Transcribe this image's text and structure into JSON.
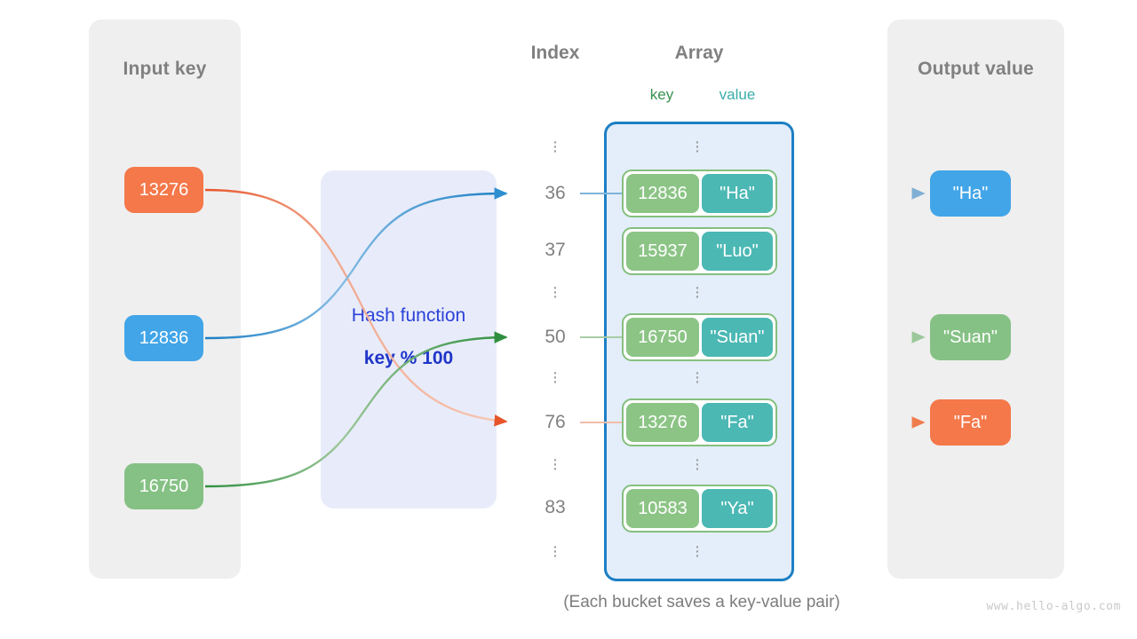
{
  "panels": {
    "input": {
      "title": "Input key"
    },
    "output": {
      "title": "Output value"
    }
  },
  "headers": {
    "index": "Index",
    "array": "Array",
    "key": "key",
    "value": "value"
  },
  "hash_function": {
    "label": "Hash function",
    "formula": "key % 100"
  },
  "input_keys": [
    {
      "text": "13276",
      "color": "#f4784a"
    },
    {
      "text": "12836",
      "color": "#42a5e8"
    },
    {
      "text": "16750",
      "color": "#85c184"
    }
  ],
  "index_labels": [
    "36",
    "37",
    "50",
    "76",
    "83"
  ],
  "buckets": [
    {
      "key": "12836",
      "value": "\"Ha\""
    },
    {
      "key": "15937",
      "value": "\"Luo\""
    },
    {
      "key": "16750",
      "value": "\"Suan\""
    },
    {
      "key": "13276",
      "value": "\"Fa\""
    },
    {
      "key": "10583",
      "value": "\"Ya\""
    }
  ],
  "output_values": [
    {
      "text": "\"Ha\"",
      "color": "#42a5e8"
    },
    {
      "text": "\"Suan\"",
      "color": "#85c184"
    },
    {
      "text": "\"Fa\"",
      "color": "#f4784a"
    }
  ],
  "caption": "(Each bucket saves a key-value pair)",
  "watermark": "www.hello-algo.com",
  "colors": {
    "orange": "#f4784a",
    "blue": "#1c7fc4",
    "blue_light": "#42a5e8",
    "green": "#3d8c40",
    "green_light": "#85c184",
    "teal": "#4bb8b4",
    "panel": "#efefef",
    "array_fill": "#e3eefa",
    "hash_fill": "#e8ecfa",
    "hash_text": "#2b41d8",
    "grey_text": "#808080"
  }
}
